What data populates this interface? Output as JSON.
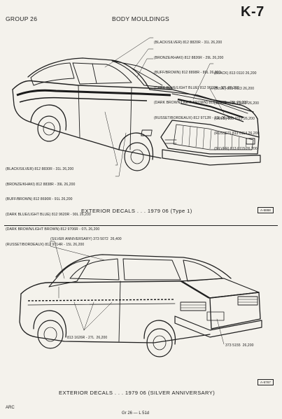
{
  "header": {
    "group": "GROUP 26",
    "title": "BODY MOULDINGS",
    "page_code": "K-7"
  },
  "diagram1": {
    "upper_right_callouts": [
      "(BLACK/SILVER) 812 8820R - 31L  26,200",
      "(BRONZE/KHAKI) 812 8826R - 29L  26,200",
      "(BUFF/BROWN) 812 8898R - 89L  26,200",
      "(DARK BLUE/LIGHT BLUE) 812 9600R - 97L  26,200",
      "(DARK BROWN/LIGHT BROWN) 812 9704R - 05L  26,200",
      "(RUSSET/BORDEAUX) 812 9712R - 13L  26,200"
    ],
    "right_callouts": [
      "(BLACK) 813 0110  26,200",
      "(BLUE) 813 0113  26,200",
      "(GINGER) 813 0112  26,200",
      "(GOLD) 813 0111  26,200",
      "(RUSSET) 813 0114  26,200",
      "(SILVER) 813 0115  26,200"
    ],
    "lower_left_callouts": [
      "(BLACK/SILVER) 812 8830R - 31L  26,200",
      "(BRONZE/KHAKI) 812 8838R - 39L  26,200",
      "(BUFF/BROWN) 812 8690R - 91L  26,200",
      "(DARK BLUE/LIGHT BLUE) 812 9620R - 90L  26,200",
      "(DARK BROWN/LIGHT BROWN) 812 9706R - 07L  26,200",
      "(RUSSET/BORDEAUX) 812 9714R - 15L  26,200"
    ],
    "caption": "EXTERIOR DECALS . . . 1979  06 (Type 1)",
    "ref": "A-6868"
  },
  "diagram2": {
    "top_callout": "(SILVER ANNIVERSARY) 373 5072  26,400",
    "side_callout": "813 1626R - 27L  26,200",
    "rear_callout": "373 5155  26,200",
    "caption": "EXTERIOR DECALS . . . 1979  06 (SILVER ANNIVERSARY)",
    "ref": "A-6767"
  },
  "footer": {
    "left": "ARC",
    "center": "Gr  26  —  L  51d"
  }
}
